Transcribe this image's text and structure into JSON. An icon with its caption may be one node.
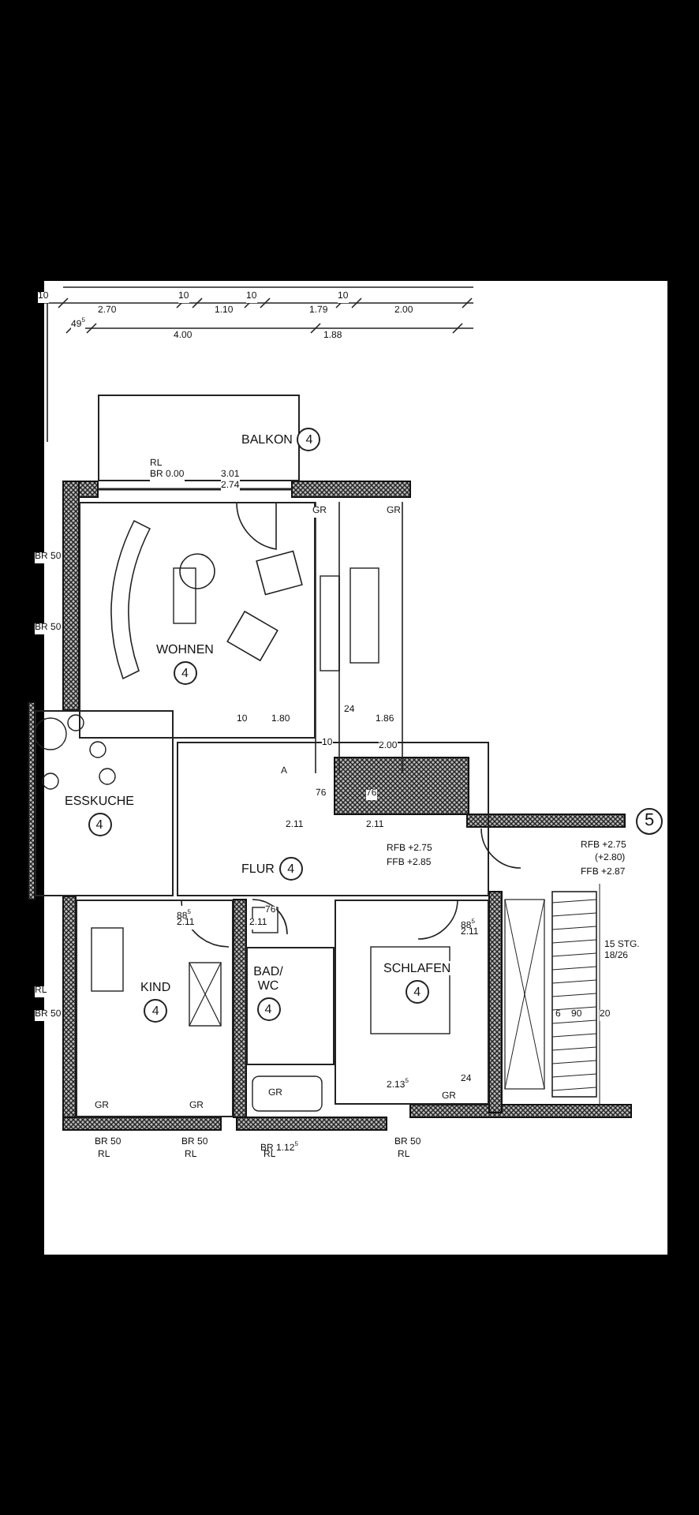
{
  "diagram": {
    "nodes": [
      {
        "text": [
          "BALKON",
          "4"
        ]
      },
      {
        "text": [
          "WOHNEN",
          "4"
        ]
      },
      {
        "text": [
          "ESSKUCHE",
          "4"
        ]
      },
      {
        "text": [
          "FLUR",
          "4"
        ]
      },
      {
        "text": [
          "KIND",
          "4"
        ]
      },
      {
        "text": [
          "BAD/ WC",
          "4"
        ]
      },
      {
        "text": [
          "SCHLAFEN",
          "4"
        ]
      },
      {
        "text": [
          "5"
        ]
      }
    ],
    "labels": [
      "10",
      "2.70",
      "10",
      "1.10",
      "10",
      "1.79",
      "10",
      "2.00",
      "49$^{5}$",
      "4.00",
      "1.88",
      "RL",
      "BR 0.00",
      "3.01",
      "2.74",
      "GR",
      "GR",
      "BR 50",
      "BR 50",
      "10",
      "1.80",
      "24",
      "1.86",
      "10",
      "2.00",
      "A",
      "76",
      "2.11",
      "76",
      "2.11",
      "RFB +2.75",
      "FFB +2.85",
      "RFB +2.75",
      "(+2.80)",
      "FFB +2.87",
      "88$^{5}$",
      "2.11",
      "76",
      "2.11",
      "88$^{5}$",
      "2.11",
      "15 STG. 18/26",
      "6",
      "90",
      "20",
      "2.13$^{5}$",
      "24",
      "GR",
      "GR",
      "GR",
      "GR",
      "BR 50",
      "RL",
      "BR 50",
      "RL",
      "BR 1.12$^{5}$",
      "RL",
      "BR 50",
      "RL",
      "RL",
      "BR 50"
    ]
  }
}
